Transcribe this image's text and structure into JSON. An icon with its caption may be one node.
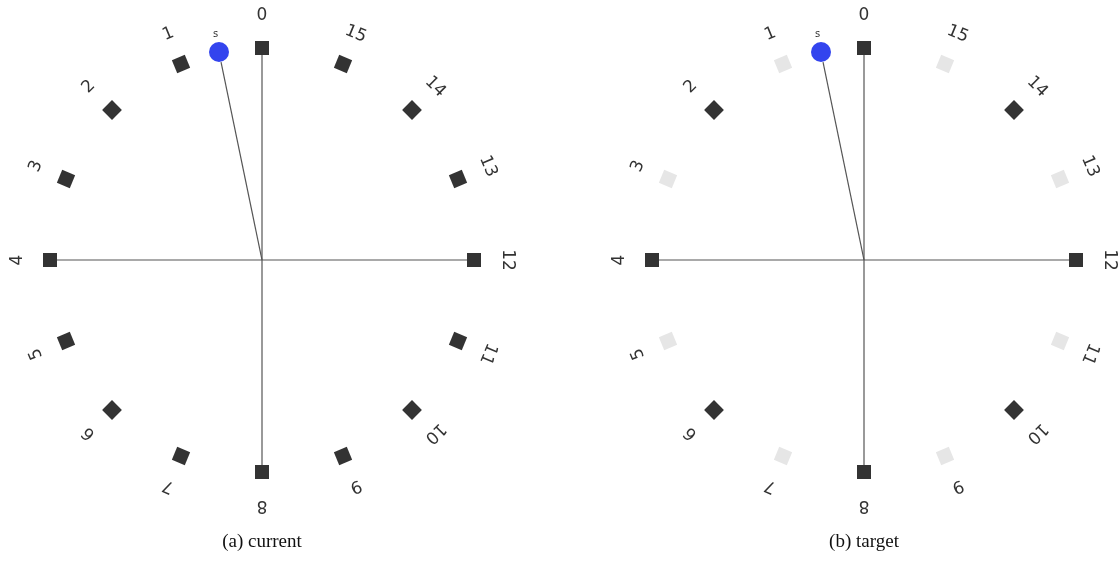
{
  "diagram": {
    "nodes": [
      {
        "text": [
          "0"
        ]
      },
      {
        "text": [
          "1"
        ]
      },
      {
        "text": [
          "2"
        ]
      },
      {
        "text": [
          "3"
        ]
      },
      {
        "text": [
          "4"
        ]
      },
      {
        "text": [
          "5"
        ]
      },
      {
        "text": [
          "6"
        ]
      },
      {
        "text": [
          "7"
        ]
      },
      {
        "text": [
          "8"
        ]
      },
      {
        "text": [
          "9"
        ]
      },
      {
        "text": [
          "10"
        ]
      },
      {
        "text": [
          "11"
        ]
      },
      {
        "text": [
          "12"
        ]
      },
      {
        "text": [
          "13"
        ]
      },
      {
        "text": [
          "14"
        ]
      },
      {
        "text": [
          "15"
        ]
      },
      {
        "text": [
          "s"
        ]
      },
      {
        "text": [
          "0"
        ]
      },
      {
        "text": [
          "1"
        ]
      },
      {
        "text": [
          "2"
        ]
      },
      {
        "text": [
          "3"
        ]
      },
      {
        "text": [
          "4"
        ]
      },
      {
        "text": [
          "5"
        ]
      },
      {
        "text": [
          "6"
        ]
      },
      {
        "text": [
          "7"
        ]
      },
      {
        "text": [
          "8"
        ]
      },
      {
        "text": [
          "9"
        ]
      },
      {
        "text": [
          "10"
        ]
      },
      {
        "text": [
          "11"
        ]
      },
      {
        "text": [
          "12"
        ]
      },
      {
        "text": [
          "13"
        ]
      },
      {
        "text": [
          "14"
        ]
      },
      {
        "text": [
          "15"
        ]
      },
      {
        "text": [
          "s"
        ]
      }
    ],
    "edges": [
      {
        "from": 0,
        "to": 8,
        "arrow": "none"
      },
      {
        "from": 4,
        "to": 12,
        "arrow": "none"
      },
      {
        "from": null,
        "to": 16,
        "arrow": "none"
      },
      {
        "from": 17,
        "to": 25,
        "arrow": "none"
      },
      {
        "from": 21,
        "to": 29,
        "arrow": "none"
      },
      {
        "from": null,
        "to": 33,
        "arrow": "none"
      }
    ],
    "labels": [
      "(a) current",
      "(b) target"
    ]
  }
}
